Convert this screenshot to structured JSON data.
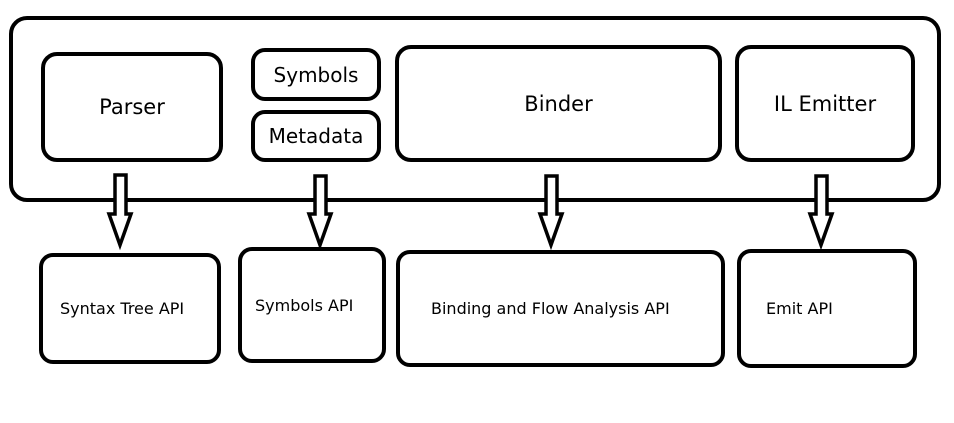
{
  "compiler": {
    "parser": "Parser",
    "symbols": "Symbols",
    "metadata": "Metadata",
    "binder": "Binder",
    "il_emitter": "IL Emitter"
  },
  "apis": {
    "syntax_tree": "Syntax Tree API",
    "symbols": "Symbols API",
    "binding_flow": "Binding and Flow Analysis API",
    "emit": "Emit API"
  }
}
